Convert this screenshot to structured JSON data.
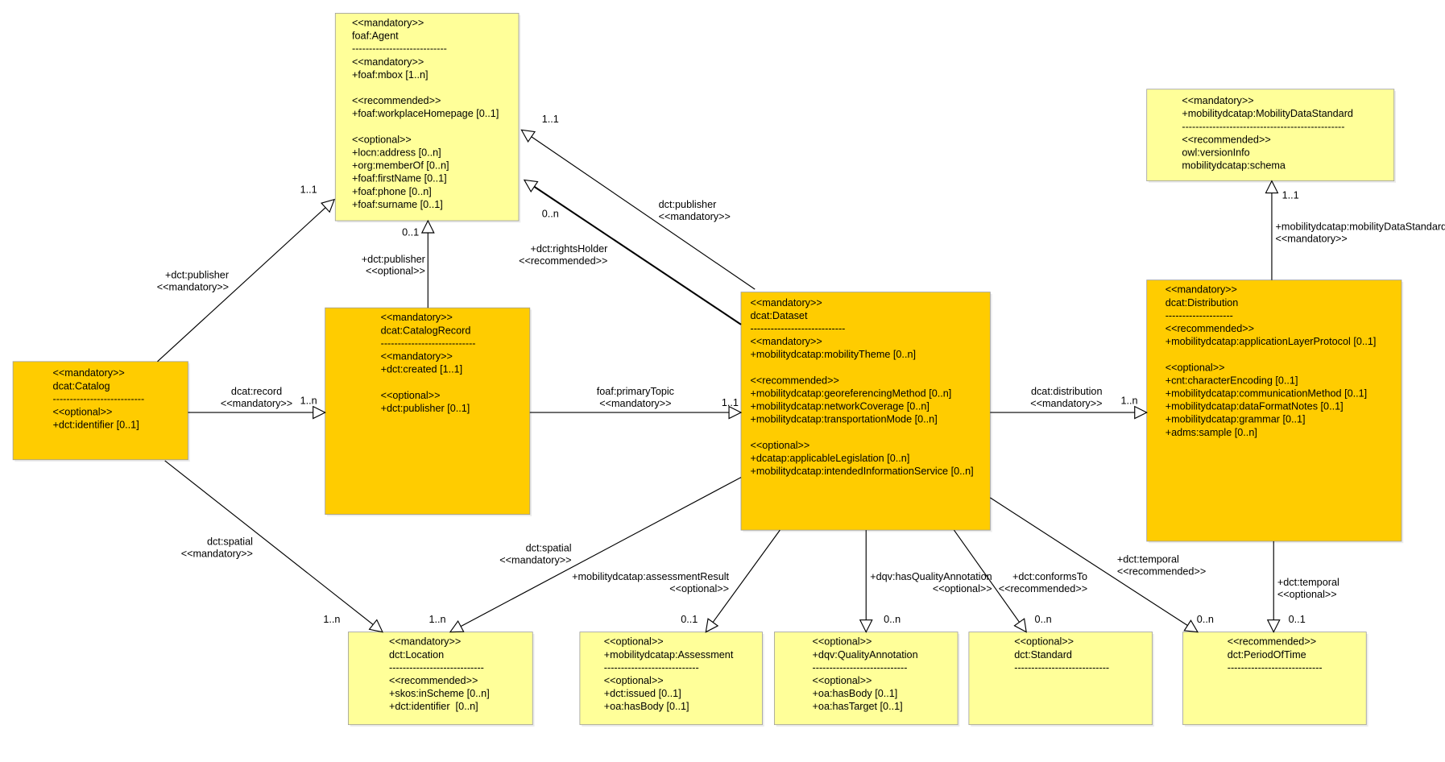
{
  "diagram": {
    "classes": {
      "agent": {
        "color": "#FFFF99",
        "stereotype": "<<mandatory>>",
        "name": "foaf:Agent",
        "separator": "----------------------------",
        "groups": [
          {
            "stereotype": "<<mandatory>>",
            "attributes": [
              "+foaf:mbox [1..n]"
            ]
          },
          {
            "stereotype": "<<recommended>>",
            "attributes": [
              "+foaf:workplaceHomepage [0..1]"
            ]
          },
          {
            "stereotype": "<<optional>>",
            "attributes": [
              "+locn:address [0..n]",
              "+org:memberOf [0..n]",
              "+foaf:firstName [0..1]",
              "+foaf:phone [0..n]",
              "+foaf:surname [0..1]"
            ]
          }
        ]
      },
      "mobility_data_standard": {
        "color": "#FFFF99",
        "stereotype": "<<mandatory>>",
        "name": "+mobilitydcatap:MobilityDataStandard",
        "separator": "------------------------------------------------",
        "groups": [
          {
            "stereotype": "<<recommended>>",
            "attributes": [
              "owl:versionInfo",
              "mobilitydcatap:schema"
            ]
          }
        ]
      },
      "catalog": {
        "color": "#FFCC00",
        "stereotype": "<<mandatory>>",
        "name": "dcat:Catalog",
        "separator": "---------------------------",
        "groups": [
          {
            "stereotype": "<<optional>>",
            "attributes": [
              "+dct:identifier [0..1]"
            ]
          }
        ]
      },
      "catalog_record": {
        "color": "#FFCC00",
        "stereotype": "<<mandatory>>",
        "name": "dcat:CatalogRecord",
        "separator": "----------------------------",
        "groups": [
          {
            "stereotype": "<<mandatory>>",
            "attributes": [
              "+dct:created [1..1]"
            ]
          },
          {
            "stereotype": "<<optional>>",
            "attributes": [
              "+dct:publisher [0..1]"
            ]
          }
        ]
      },
      "dataset": {
        "color": "#FFCC00",
        "stereotype": "<<mandatory>>",
        "name": "dcat:Dataset",
        "separator": "----------------------------",
        "groups": [
          {
            "stereotype": "<<mandatory>>",
            "attributes": [
              "+mobilitydcatap:mobilityTheme [0..n]"
            ]
          },
          {
            "stereotype": "<<recommended>>",
            "attributes": [
              "+mobilitydcatap:georeferencingMethod [0..n]",
              "+mobilitydcatap:networkCoverage [0..n]",
              "+mobilitydcatap:transportationMode [0..n]"
            ]
          },
          {
            "stereotype": "<<optional>>",
            "attributes": [
              "+dcatap:applicableLegislation [0..n]",
              "+mobilitydcatap:intendedInformationService [0..n]"
            ]
          }
        ]
      },
      "distribution": {
        "color": "#FFCC00",
        "stereotype": "<<mandatory>>",
        "name": "dcat:Distribution",
        "separator": "--------------------",
        "groups": [
          {
            "stereotype": "<<recommended>>",
            "attributes": [
              "+mobilitydcatap:applicationLayerProtocol [0..1]"
            ]
          },
          {
            "stereotype": "<<optional>>",
            "attributes": [
              "+cnt:characterEncoding [0..1]",
              "+mobilitydcatap:communicationMethod [0..1]",
              "+mobilitydcatap:dataFormatNotes [0..1]",
              "+mobilitydcatap:grammar [0..1]",
              "+adms:sample [0..n]"
            ]
          }
        ]
      },
      "location": {
        "color": "#FFFF99",
        "stereotype": "<<mandatory>>",
        "name": "dct:Location",
        "separator": "----------------------------",
        "groups": [
          {
            "stereotype": "<<recommended>>",
            "attributes": [
              "+skos:inScheme [0..n]",
              "+dct:identifier  [0..n]"
            ]
          }
        ]
      },
      "assessment": {
        "color": "#FFFF99",
        "stereotype": "<<optional>>",
        "name": "+mobilitydcatap:Assessment",
        "separator": "----------------------------",
        "groups": [
          {
            "stereotype": "<<optional>>",
            "attributes": [
              "+dct:issued [0..1]",
              "+oa:hasBody [0..1]"
            ]
          }
        ]
      },
      "quality_annotation": {
        "color": "#FFFF99",
        "stereotype": "<<optional>>",
        "name": "+dqv:QualityAnnotation",
        "separator": "----------------------------",
        "groups": [
          {
            "stereotype": "<<optional>>",
            "attributes": [
              "+oa:hasBody [0..1]",
              "+oa:hasTarget [0..1]"
            ]
          }
        ]
      },
      "standard": {
        "color": "#FFFF99",
        "stereotype": "<<optional>>",
        "name": "dct:Standard",
        "separator": "----------------------------",
        "groups": []
      },
      "period_of_time": {
        "color": "#FFFF99",
        "stereotype": "<<recommended>>",
        "name": "dct:PeriodOfTime",
        "separator": "----------------------------",
        "groups": []
      }
    },
    "associations": {
      "catalog_publisher": {
        "role": "+dct:publisher",
        "stereotype": "<<mandatory>>",
        "multiplicity": "1..1"
      },
      "catalog_record_publisher": {
        "role": "+dct:publisher",
        "stereotype": "<<optional>>",
        "multiplicity": "0..1"
      },
      "dataset_publisher": {
        "role": "dct:publisher",
        "stereotype": "<<mandatory>>",
        "multiplicity": "1..1"
      },
      "dataset_rights_holder": {
        "role": "+dct:rightsHolder",
        "stereotype": "<<recommended>>",
        "multiplicity": "0..n"
      },
      "catalog_records": {
        "role": "dcat:record",
        "stereotype": "<<mandatory>>",
        "multiplicity": "1..n"
      },
      "catalog_record_primary_topic": {
        "role": "foaf:primaryTopic",
        "stereotype": "<<mandatory>>",
        "multiplicity": "1..1"
      },
      "dataset_distribution": {
        "role": "dcat:distribution",
        "stereotype": "<<mandatory>>",
        "multiplicity": "1..n"
      },
      "distribution_mobility_data_standard": {
        "role": "+mobilitydcatap:mobilityDataStandard",
        "stereotype": "<<mandatory>>",
        "multiplicity": "1..1"
      },
      "catalog_spatial": {
        "role": "dct:spatial",
        "stereotype": "<<mandatory>>",
        "multiplicity": "1..n"
      },
      "dataset_spatial": {
        "role": "dct:spatial",
        "stereotype": "<<mandatory>>",
        "multiplicity": "1..n"
      },
      "dataset_assessment_result": {
        "role": "+mobilitydcatap:assessmentResult",
        "stereotype": "<<optional>>",
        "multiplicity": "0..1"
      },
      "dataset_quality_annotation": {
        "role": "+dqv:hasQualityAnnotation",
        "stereotype": "<<optional>>",
        "multiplicity": "0..n"
      },
      "dataset_conforms_to": {
        "role": "+dct:conformsTo",
        "stereotype": "<<recommended>>",
        "multiplicity": "0..n"
      },
      "dataset_temporal": {
        "role": "+dct:temporal",
        "stereotype": "<<recommended>>",
        "multiplicity": "0..n"
      },
      "distribution_temporal": {
        "role": "+dct:temporal",
        "stereotype": "<<optional>>",
        "multiplicity": "0..1"
      }
    }
  }
}
